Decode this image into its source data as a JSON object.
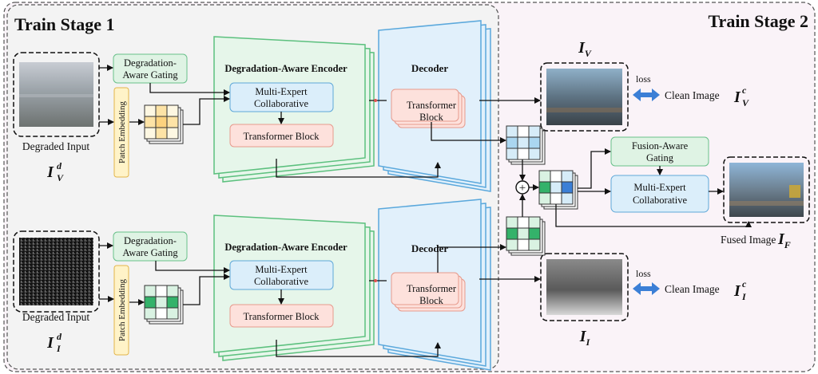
{
  "stage1": {
    "title": "Train Stage 1"
  },
  "stage2": {
    "title": "Train Stage 2"
  },
  "visible_branch": {
    "input_label": "Degraded Input",
    "input_symbol": "I",
    "input_sub": "V",
    "input_sup": "d",
    "gating_line1": "Degradation-",
    "gating_line2": "Aware Gating",
    "patch_embedding": "Patch Embedding",
    "encoder_title": "Degradation-Aware Encoder",
    "mec_line1": "Multi-Expert",
    "mec_line2": "Collaborative",
    "transformer_block": "Transformer Block",
    "decoder_title": "Decoder",
    "dec_block_line1": "Transformer",
    "dec_block_line2": "Block",
    "output_symbol": "I",
    "output_sub": "V",
    "loss": "loss",
    "clean_label": "Clean Image",
    "clean_symbol": "I",
    "clean_sub": "V",
    "clean_sup": "c"
  },
  "infrared_branch": {
    "input_label": "Degraded Input",
    "input_symbol": "I",
    "input_sub": "I",
    "input_sup": "d",
    "gating_line1": "Degradation-",
    "gating_line2": "Aware Gating",
    "patch_embedding": "Patch Embedding",
    "encoder_title": "Degradation-Aware Encoder",
    "mec_line1": "Multi-Expert",
    "mec_line2": "Collaborative",
    "transformer_block": "Transformer Block",
    "decoder_title": "Decoder",
    "dec_block_line1": "Transformer",
    "dec_block_line2": "Block",
    "output_symbol": "I",
    "output_sub": "I",
    "loss": "loss",
    "clean_label": "Clean Image",
    "clean_symbol": "I",
    "clean_sub": "I",
    "clean_sup": "c"
  },
  "fusion": {
    "gating_line1": "Fusion-Aware",
    "gating_line2": "Gating",
    "mec_line1": "Multi-Expert",
    "mec_line2": "Collaborative",
    "fused_label": "Fused Image",
    "fused_symbol": "I",
    "fused_sub": "F",
    "plus_symbol": "+"
  },
  "colors": {
    "stage1_bg": "#f3f3f3",
    "stage2_bg": "#faf3f8",
    "green_fill": "#dff3e4",
    "green_stroke": "#69c08a",
    "blue_fill": "#dbeefa",
    "blue_stroke": "#5fa8d8",
    "red_fill": "#fde1dc",
    "red_stroke": "#e69a8c",
    "yellow_fill": "#fff3c8",
    "yellow_stroke": "#e3b54a",
    "encoder_fill": "#e6f6ea",
    "encoder_stroke": "#5cc07e",
    "decoder_fill": "#e1f0fb",
    "decoder_stroke": "#5aa8dc",
    "arrow_blue": "#3b7fd6"
  }
}
